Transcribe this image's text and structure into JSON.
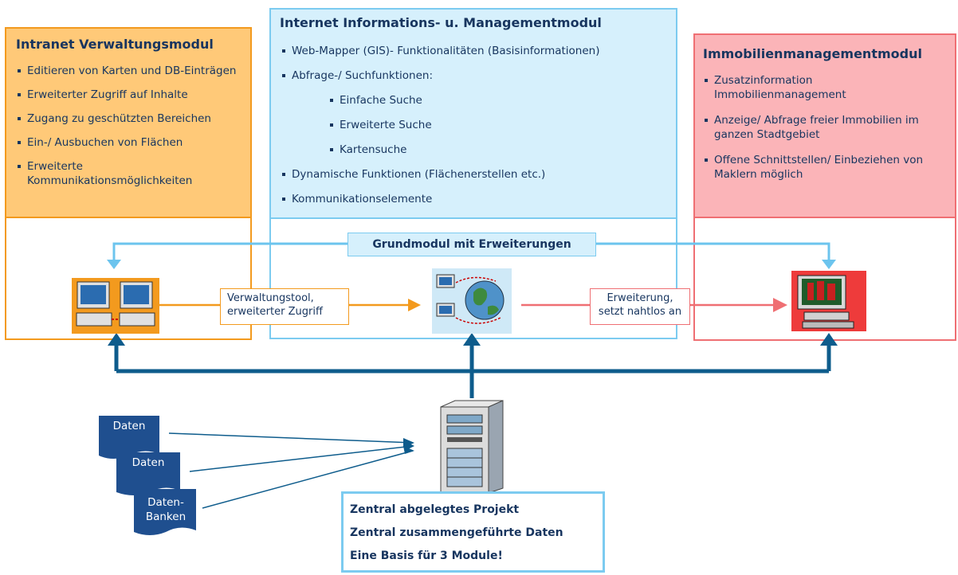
{
  "modules": {
    "left": {
      "title": "Intranet Verwaltungsmodul",
      "items": [
        "Editieren von Karten und DB-Einträgen",
        "Erweiterter Zugriff auf Inhalte",
        "Zugang zu geschützten Bereichen",
        "Ein-/ Ausbuchen von Flächen",
        "Erweiterte Kommunikationsmöglichkeiten"
      ],
      "color": "#f39a1e"
    },
    "center": {
      "title": "Internet Informations- u. Managementmodul",
      "items": [
        "Web-Mapper (GIS)- Funktionalitäten (Basisinformationen)",
        "Abfrage-/ Suchfunktionen:",
        "Einfache Suche",
        "Erweiterte Suche",
        "Kartensuche",
        "Dynamische Funktionen (Flächenerstellen etc.)",
        "Kommunikationselemente"
      ],
      "color": "#7ccbf0"
    },
    "right": {
      "title": "Immobilienmanagementmodul",
      "items": [
        "Zusatzinformation Immobilienmanagement",
        "Anzeige/ Abfrage freier Immobilien im ganzen Stadtgebiet",
        "Offene Schnittstellen/ Einbeziehen von Maklern möglich"
      ],
      "color": "#ef6f73"
    }
  },
  "grundmodul": "Grundmodul mit Erweiterungen",
  "connector_labels": {
    "left": "Verwaltungstool, erweiterter Zugriff",
    "right": "Erweiterung, setzt nahtlos an"
  },
  "data_sources": [
    "Daten",
    "Daten",
    "Daten-Banken"
  ],
  "central_box": [
    "Zentral abgelegtes Projekt",
    "Zentral zusammengeführte Daten",
    "Eine Basis für 3 Module!"
  ],
  "icons": {
    "left": "admin-workstations-icon",
    "center": "web-server-globe-icon",
    "right": "immo-computer-icon",
    "server": "central-server-icon"
  },
  "colors": {
    "dark_blue": "#0e5c8c",
    "navy": "#17355f",
    "orange": "#f39a1e",
    "sky": "#7ccbf0",
    "red": "#ef6f73"
  }
}
